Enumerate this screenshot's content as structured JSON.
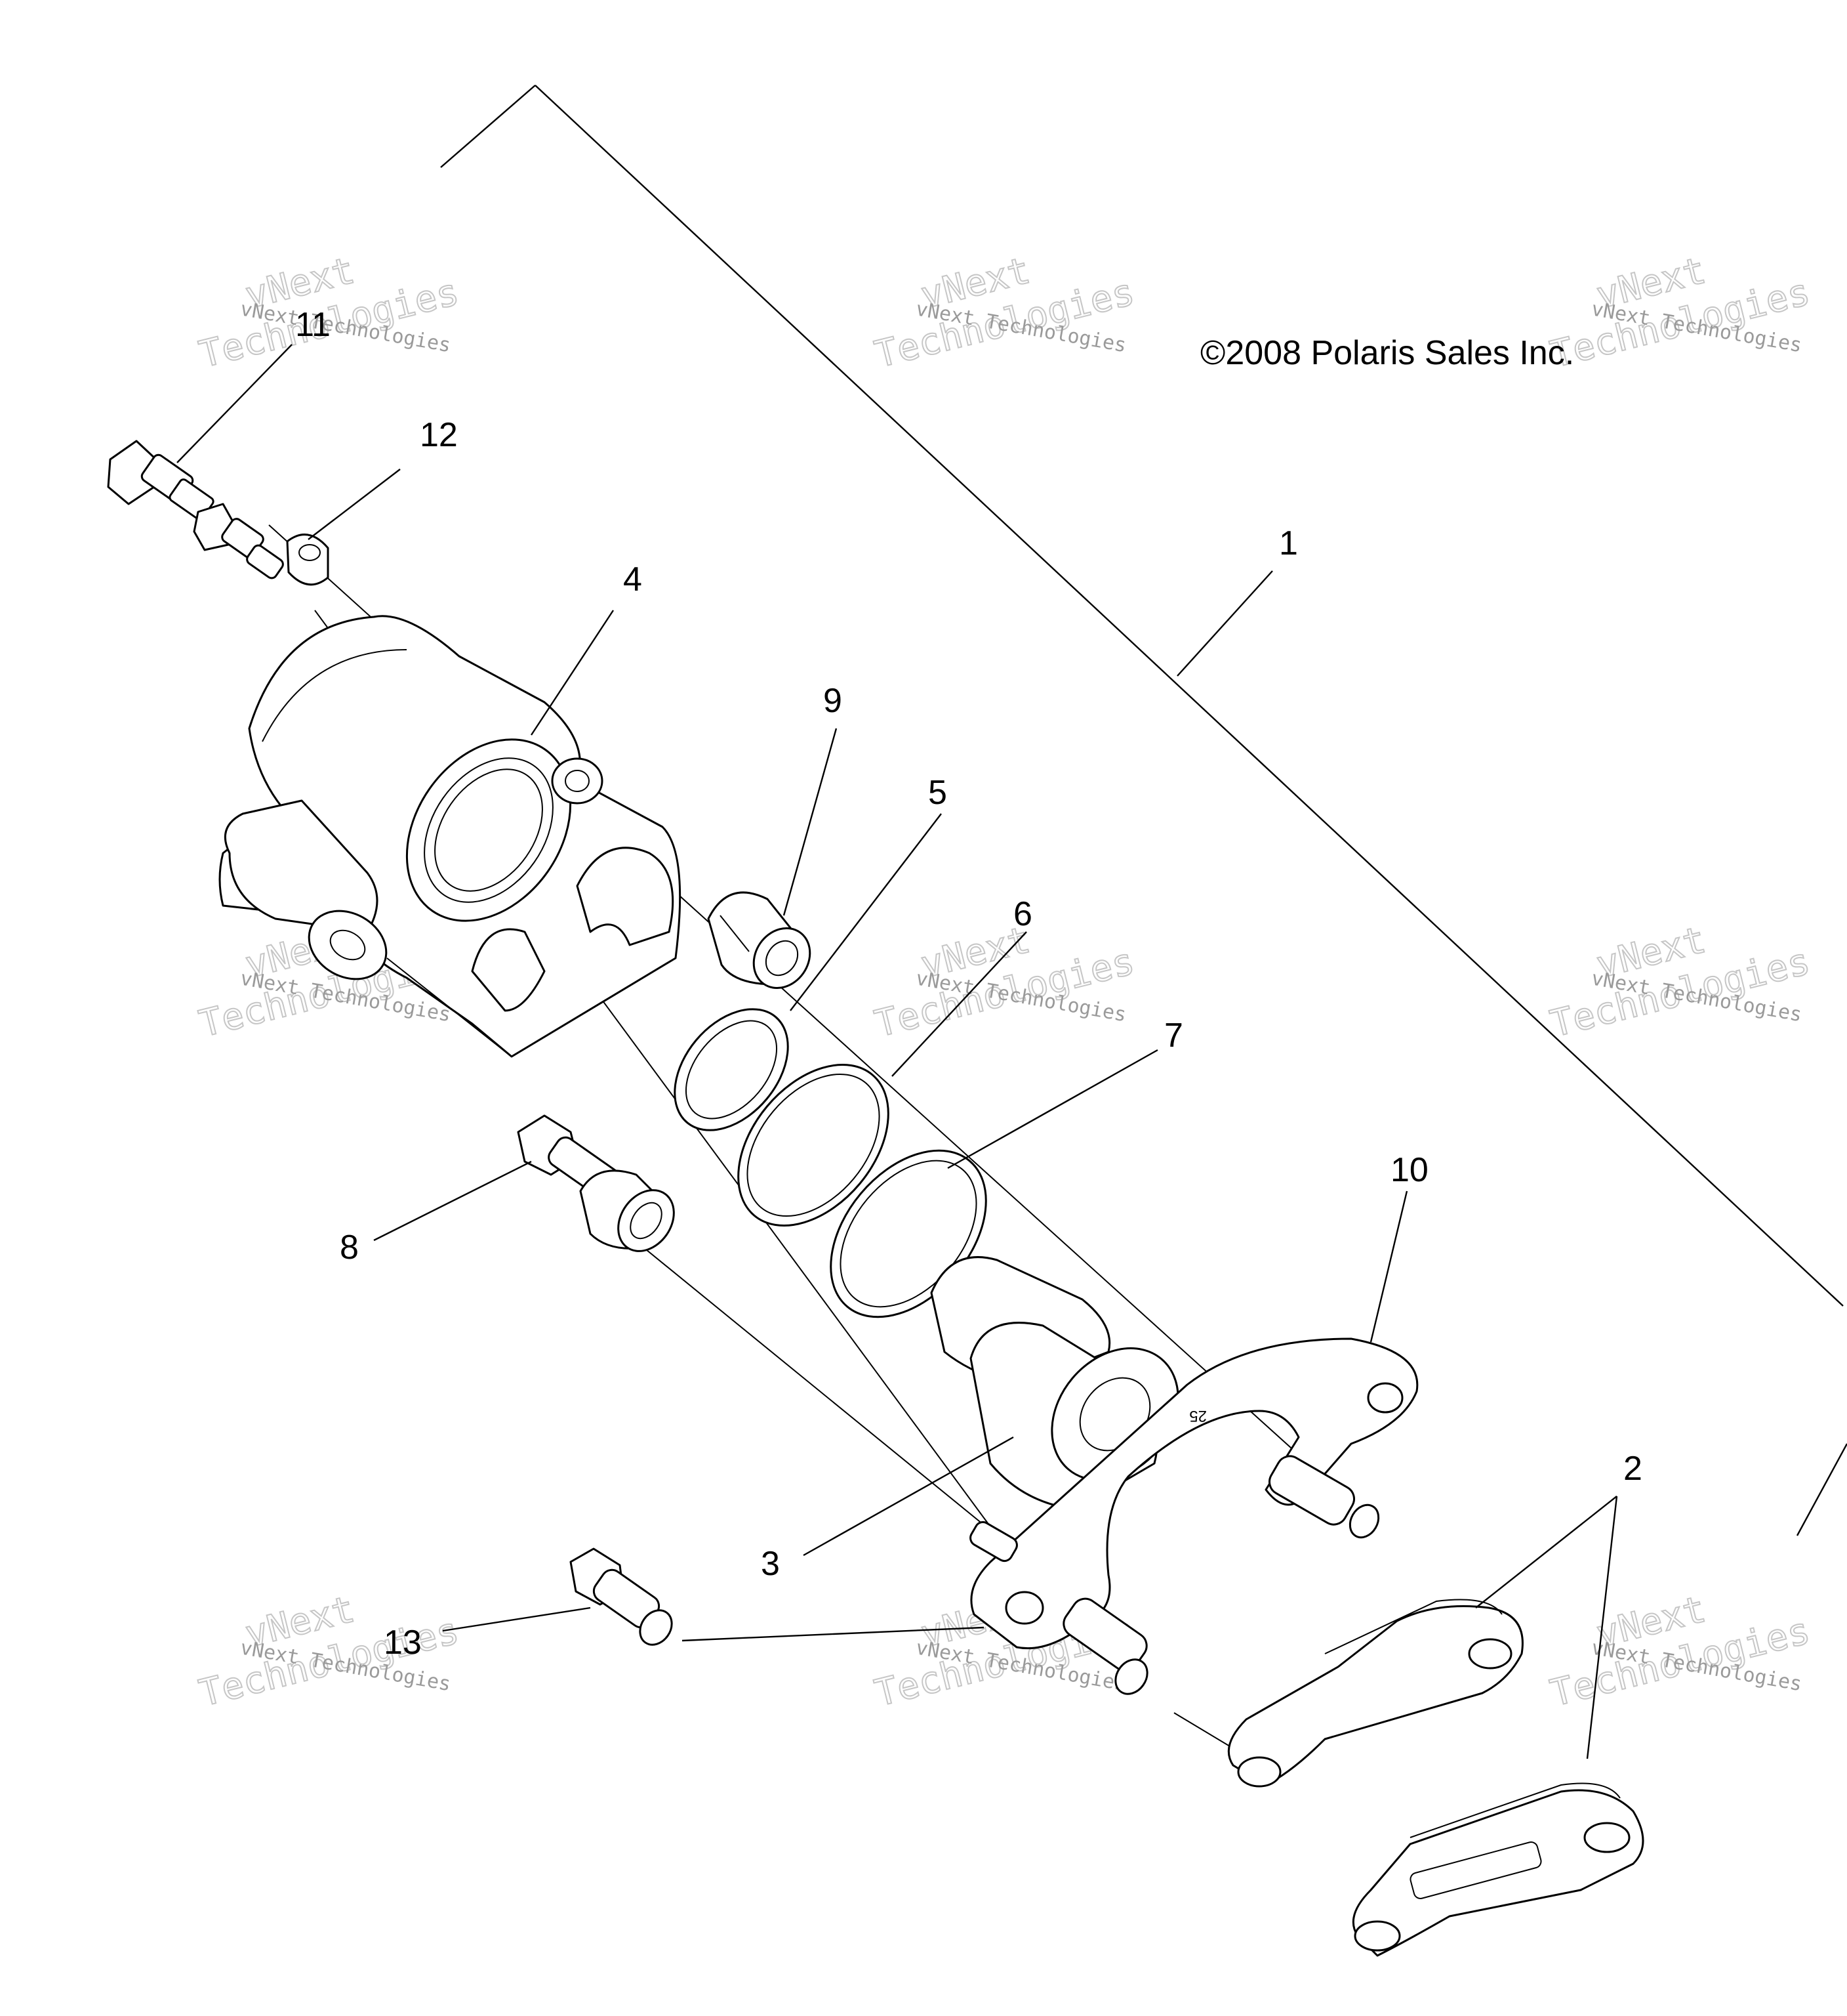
{
  "copyright": "©2008 Polaris Sales Inc.",
  "watermark": {
    "line1": "vNext",
    "line2": "Technologies",
    "small": "vNext Technologies"
  },
  "callouts": [
    "1",
    "2",
    "3",
    "4",
    "5",
    "6",
    "7",
    "8",
    "9",
    "10",
    "11",
    "12",
    "13"
  ],
  "bracket_stamp": "25"
}
